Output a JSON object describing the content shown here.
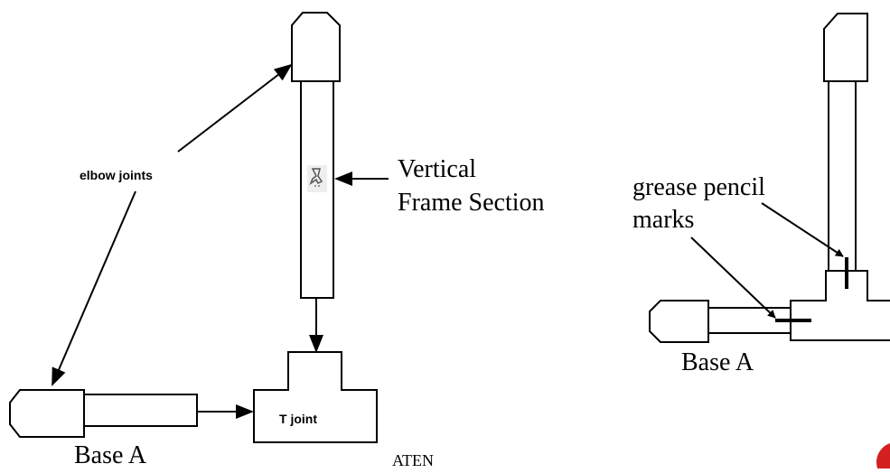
{
  "labels": {
    "elbow_joints": "elbow joints",
    "vertical_line1": "Vertical",
    "vertical_line2": "Frame Section",
    "t_joint": "T joint",
    "base_left": "Base A",
    "aten": "ATEN",
    "grease_line1": "grease pencil",
    "grease_line2": "marks",
    "base_right": "Base A"
  },
  "colors": {
    "ink": "#000000",
    "corner_mark": "#d42020"
  },
  "icons": {
    "small_figure": "small-figure-icon"
  }
}
